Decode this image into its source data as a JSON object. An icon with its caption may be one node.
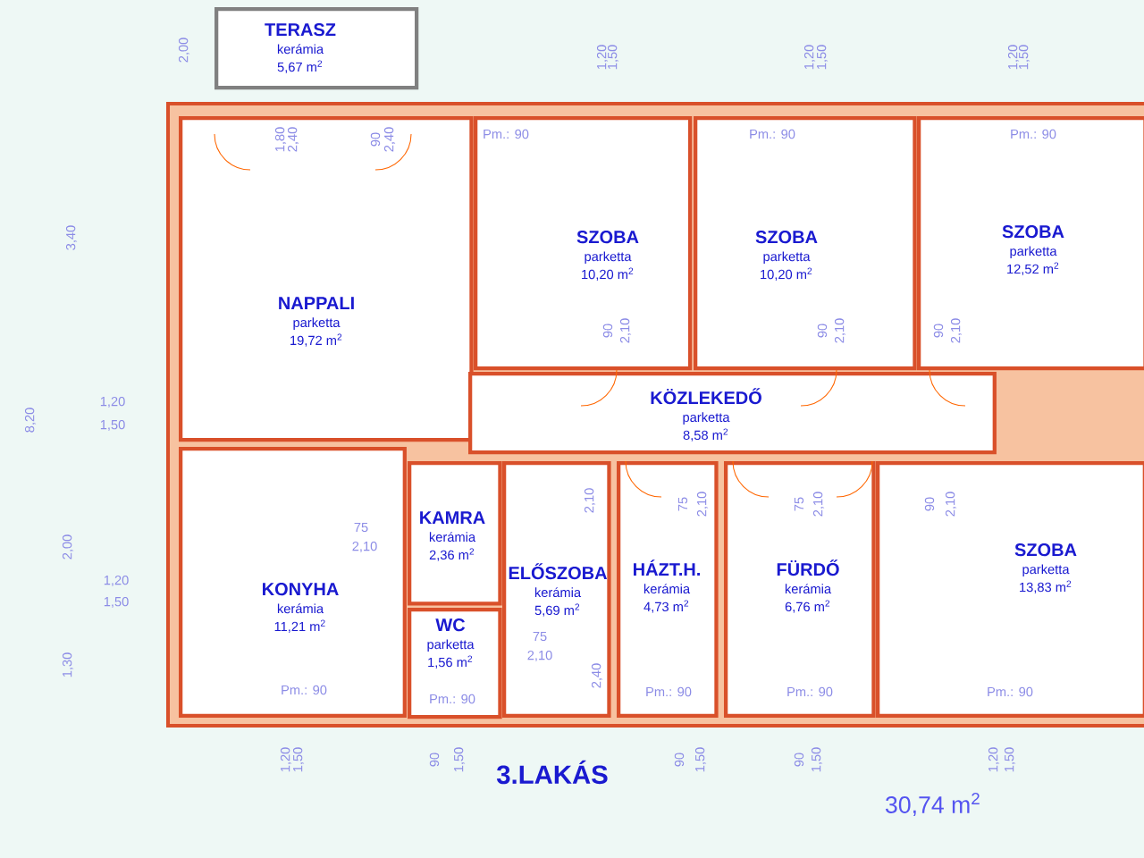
{
  "diagram": {
    "nodes": [
      {
        "text": [
          "TERASZ",
          "kerámia",
          "5,67 m$^{2}$"
        ]
      },
      {
        "text": [
          "NAPPALI",
          "parketta",
          "19,72 m$^{2}$"
        ]
      },
      {
        "text": [
          "SZOBA",
          "parketta",
          "10,20 m$^{2}$"
        ]
      },
      {
        "text": [
          "SZOBA",
          "parketta",
          "10,20 m$^{2}$"
        ]
      },
      {
        "text": [
          "SZOBA",
          "parketta",
          "12,52 m$^{2}$"
        ]
      },
      {
        "text": [
          "KÖZLEKEDŐ",
          "parketta",
          "8,58 m$^{2}$"
        ]
      },
      {
        "text": [
          "KAMRA",
          "kerámia",
          "2,36 m$^{2}$"
        ]
      },
      {
        "text": [
          "KONYHA",
          "kerámia",
          "11,21 m$^{2}$"
        ]
      },
      {
        "text": [
          "ELŐSZOBA",
          "kerámia",
          "5,69 m$^{2}$"
        ]
      },
      {
        "text": [
          "WC",
          "parketta",
          "1,56 m$^{2}$"
        ]
      },
      {
        "text": [
          "HÁZT.H.",
          "kerámia",
          "4,73 m$^{2}$"
        ]
      },
      {
        "text": [
          "FÜRDŐ",
          "kerámia",
          "6,76 m$^{2}$"
        ]
      },
      {
        "text": [
          "SZOBA",
          "parketta",
          "13,83 m$^{2}$"
        ]
      }
    ],
    "labels": [
      "2,00",
      "1,20",
      "1,50",
      "1,20",
      "1,50",
      "1,20",
      "1,50",
      "Pm.: 90",
      "Pm.: 90",
      "Pm.: 90",
      "1,80",
      "2,40",
      "90",
      "2,40",
      "3,40",
      "90",
      "2,10",
      "90",
      "2,10",
      "90",
      "2,10",
      "8,20",
      "1,20",
      "1,50",
      "75",
      "2,10",
      "2,10",
      "75",
      "2,10",
      "75",
      "2,10",
      "90",
      "2,10",
      "2,00",
      "1,20",
      "1,50",
      "75",
      "2,10",
      "2,40",
      "1,30",
      "Pm.: 90",
      "Pm.: 90",
      "Pm.: 90",
      "Pm.: 90",
      "Pm.: 90",
      "1,20",
      "1,50",
      "90",
      "1,50",
      "90",
      "1,50",
      "90",
      "1,50",
      "1,20",
      "1,50",
      "3.LAKÁS",
      "30,74 m$^{2}$"
    ]
  }
}
